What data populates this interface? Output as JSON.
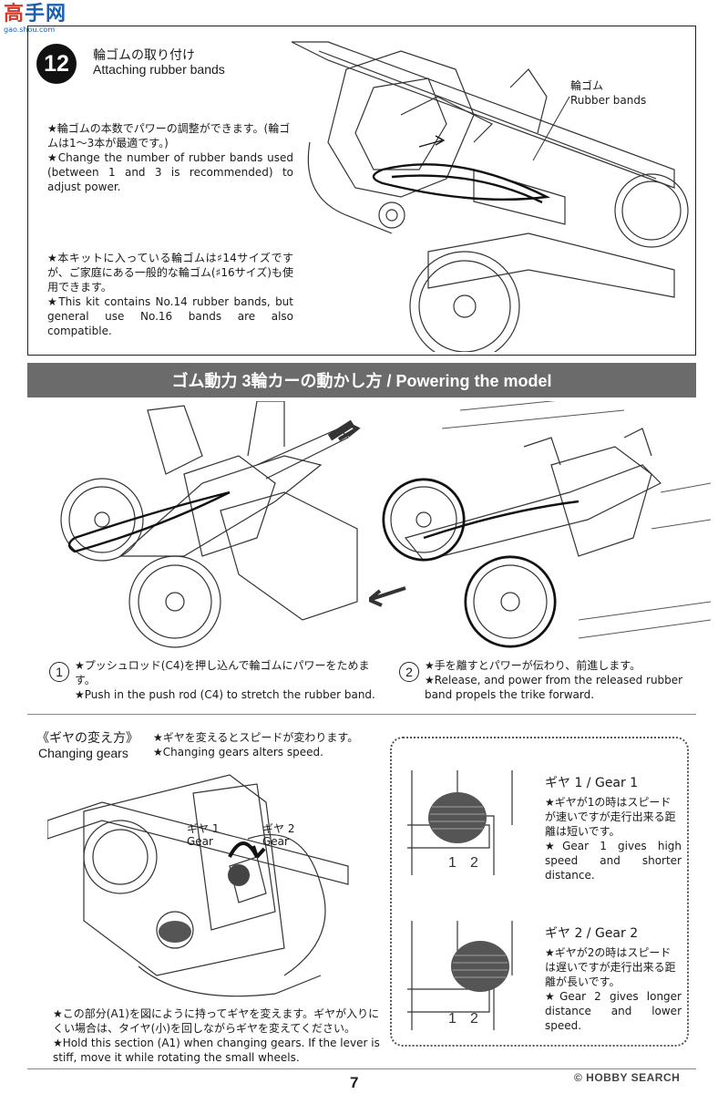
{
  "watermark_top": {
    "logo_a": "高",
    "logo_b": "手网",
    "url": "gao.shou.com"
  },
  "step": {
    "number": "12",
    "title_jp": "輪ゴムの取り付け",
    "title_en": "Attaching rubber bands",
    "note1_jp": "★輪ゴムの本数でパワーの調整ができます。(輪ゴムは1〜3本が最適です。)",
    "note1_en": "★Change the number of rubber bands used (between 1 and 3 is recommended) to adjust power.",
    "note2_jp": "★本キットに入っている輪ゴムは♯14サイズですが、ご家庭にある一般的な輪ゴム(♯16サイズ)も使用できます。",
    "note2_en": "★This kit contains No.14 rubber bands, but general use No.16 bands are also compatible.",
    "callout_jp": "輪ゴム",
    "callout_en": "Rubber bands"
  },
  "banner": {
    "title": "ゴム動力 3輪カーの動かし方 / Powering the model"
  },
  "powering": {
    "step1_num": "1",
    "step1_jp": "★プッシュロッド(C4)を押し込んで輪ゴムにパワーをためます。",
    "step1_en": "★Push in the push rod (C4) to stretch the rubber band.",
    "step2_num": "2",
    "step2_jp": "★手を離すとパワーが伝わり、前進します。",
    "step2_en": "★Release, and power from the released rubber band propels the trike forward."
  },
  "gears": {
    "head_jp": "《ギヤの変え方》",
    "head_en": "Changing gears",
    "note_jp": "★ギヤを変えるとスピードが変わります。",
    "note_en": "★Changing gears alters speed.",
    "label1_jp": "ギヤ 1",
    "label1_en": "Gear",
    "label2_jp": "ギヤ 2",
    "label2_en": "Gear",
    "hold_jp": "★この部分(A1)を図にように持ってギヤを変えます。ギヤが入りにくい場合は、タイヤ(小)を回しながらギヤを変えてください。",
    "hold_en": "★Hold this section (A1) when changing gears. If the lever is stiff, move it while rotating the small wheels.",
    "gear1_title": "ギヤ 1 / Gear 1",
    "gear1_jp": "★ギヤが1の時はスピードが速いですが走行出来る距離は短いです。",
    "gear1_en": "★Gear 1 gives high speed and shorter distance.",
    "gear2_title": "ギヤ 2 / Gear 2",
    "gear2_jp": "★ギヤが2の時はスピードは遅いですが走行出来る距離が長いです。",
    "gear2_en": "★Gear 2 gives longer distance and lower speed.",
    "digit_1": "1",
    "digit_2": "2"
  },
  "page_number": "7",
  "watermark_bottom": "© HOBBY SEARCH"
}
